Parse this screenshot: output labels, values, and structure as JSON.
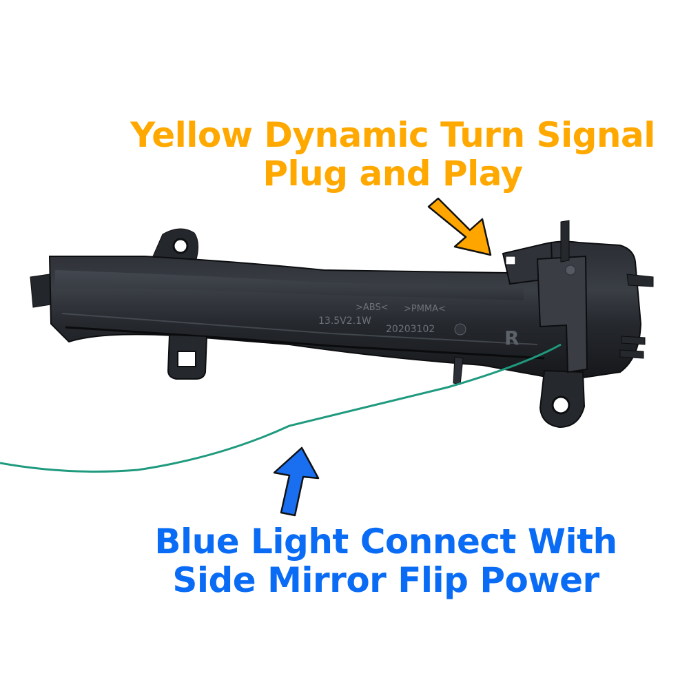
{
  "image": {
    "subject": "Dynamic turn signal side mirror indicator housing (right side)",
    "background_color": "#ffffff"
  },
  "callouts": {
    "top": {
      "lines": [
        "Yellow Dynamic Turn Signal",
        "Plug and Play"
      ],
      "color": "#ffa800",
      "arrow_color": "#ffa500",
      "arrow_direction": "down-right"
    },
    "bottom": {
      "lines": [
        "Blue Light Connect With",
        "Side Mirror Flip Power"
      ],
      "color": "#0a6cf5",
      "arrow_color": "#1a6ef0",
      "arrow_direction": "up"
    }
  },
  "product_markings": {
    "material_1": ">ABS<",
    "material_2": ">PMMA<",
    "rating": "13.5V2.1W",
    "date_code": "20203102",
    "side": "R"
  },
  "wire": {
    "color": "#1f9a7e"
  }
}
